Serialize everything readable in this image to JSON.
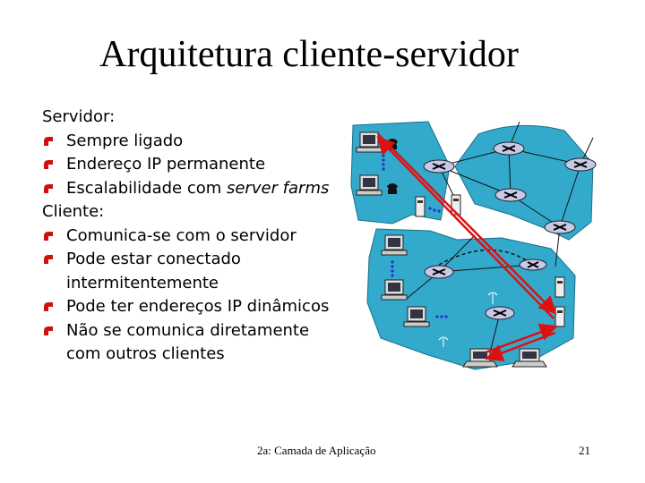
{
  "title": "Arquitetura cliente-servidor",
  "server": {
    "heading": "Servidor:",
    "bullets": [
      {
        "text": "Sempre ligado"
      },
      {
        "text": "Endereço IP permanente"
      },
      {
        "text_plain": "Escalabilidade com ",
        "text_italic": "server farms"
      }
    ]
  },
  "client": {
    "heading": "Cliente:",
    "bullets": [
      {
        "text": "Comunica-se com o servidor"
      },
      {
        "text": "Pode estar conectado intermitentemente"
      },
      {
        "text": "Pode ter endereços IP dinâmicos"
      },
      {
        "text": "Não se comunica diretamente com outros clientes"
      }
    ]
  },
  "footer": {
    "text": "2a: Camada de Aplicação",
    "page_number": "21"
  },
  "colors": {
    "bullet": "#cc1111",
    "network_fill": "#33aacc",
    "arrow": "#dd1111",
    "router": "#c8c8e8"
  },
  "icons": [
    "bullet-icon",
    "router-icon",
    "pc-icon",
    "server-icon",
    "laptop-icon",
    "phone-icon",
    "antenna-icon"
  ]
}
